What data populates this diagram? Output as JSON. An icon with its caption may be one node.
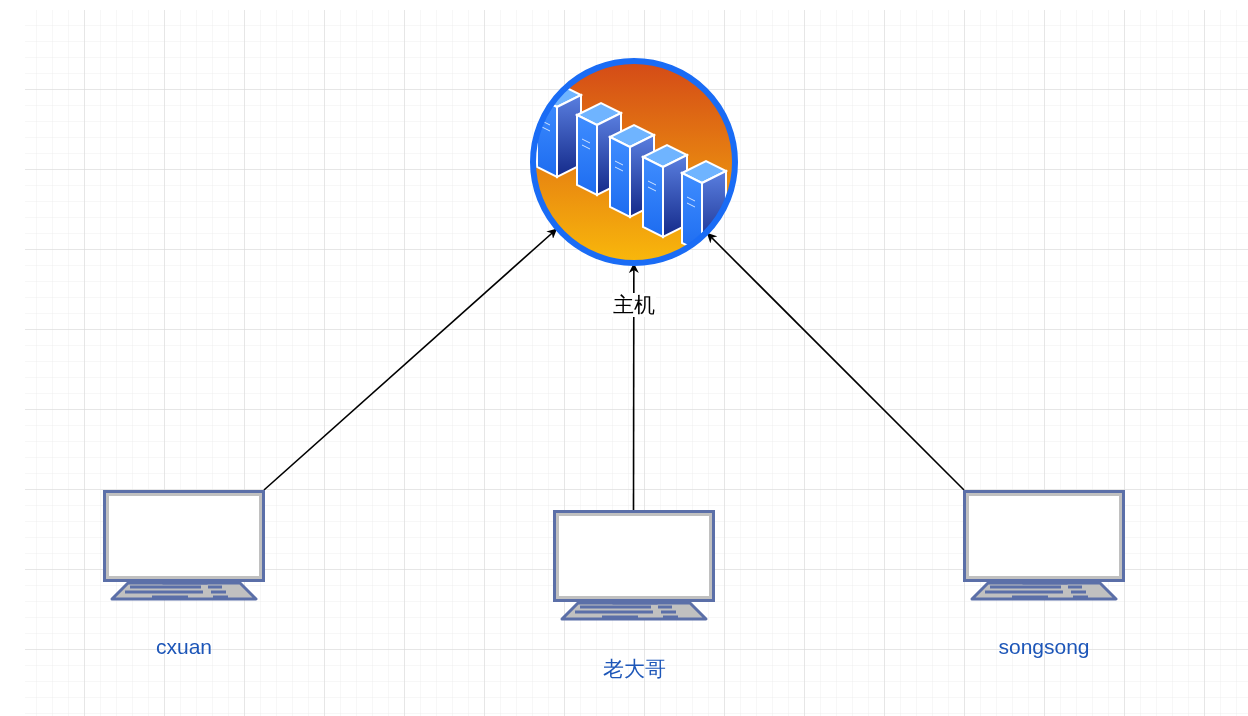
{
  "diagram": {
    "nodes": [
      {
        "text": [],
        "shape": "picture"
      },
      {
        "text": [
          "cxuan"
        ]
      },
      {
        "text": [
          "老大哥"
        ]
      },
      {
        "text": [
          "songsong"
        ]
      }
    ],
    "edges": [
      {
        "from": 1,
        "to": 0,
        "arrow": "to"
      },
      {
        "from": 2,
        "to": 0,
        "arrow": "to",
        "label": "主机"
      },
      {
        "from": 3,
        "to": 0,
        "arrow": "to"
      }
    ]
  }
}
